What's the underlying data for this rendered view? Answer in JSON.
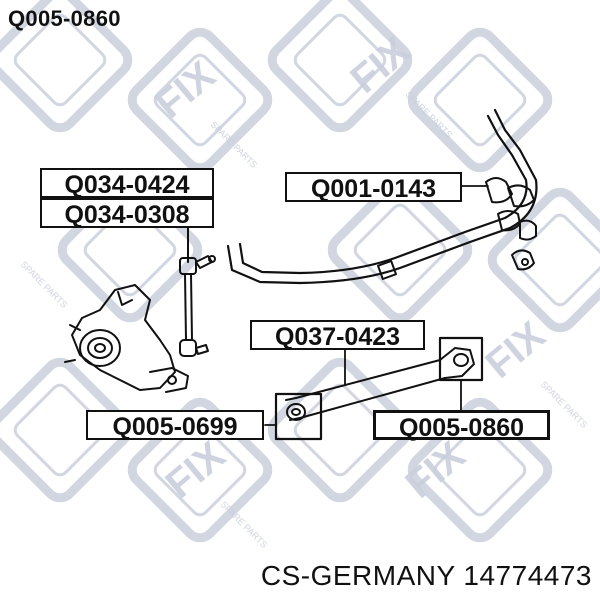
{
  "header": {
    "part_number": "Q005-0860"
  },
  "watermark": {
    "brand": "FIX",
    "tagline": "SPARE PARTS"
  },
  "callouts": {
    "stabilizer_link_a": "Q034-0424",
    "stabilizer_link_b": "Q034-0308",
    "stabilizer_bushing": "Q001-0143",
    "trailing_arm": "Q037-0423",
    "arm_bushing_inner": "Q005-0699",
    "arm_bushing_outer": "Q005-0860"
  },
  "footer": {
    "cross_reference": "CS-GERMANY 14774473"
  },
  "colors": {
    "watermark": "#c9cfdc",
    "line": "#111111",
    "background": "#ffffff"
  }
}
